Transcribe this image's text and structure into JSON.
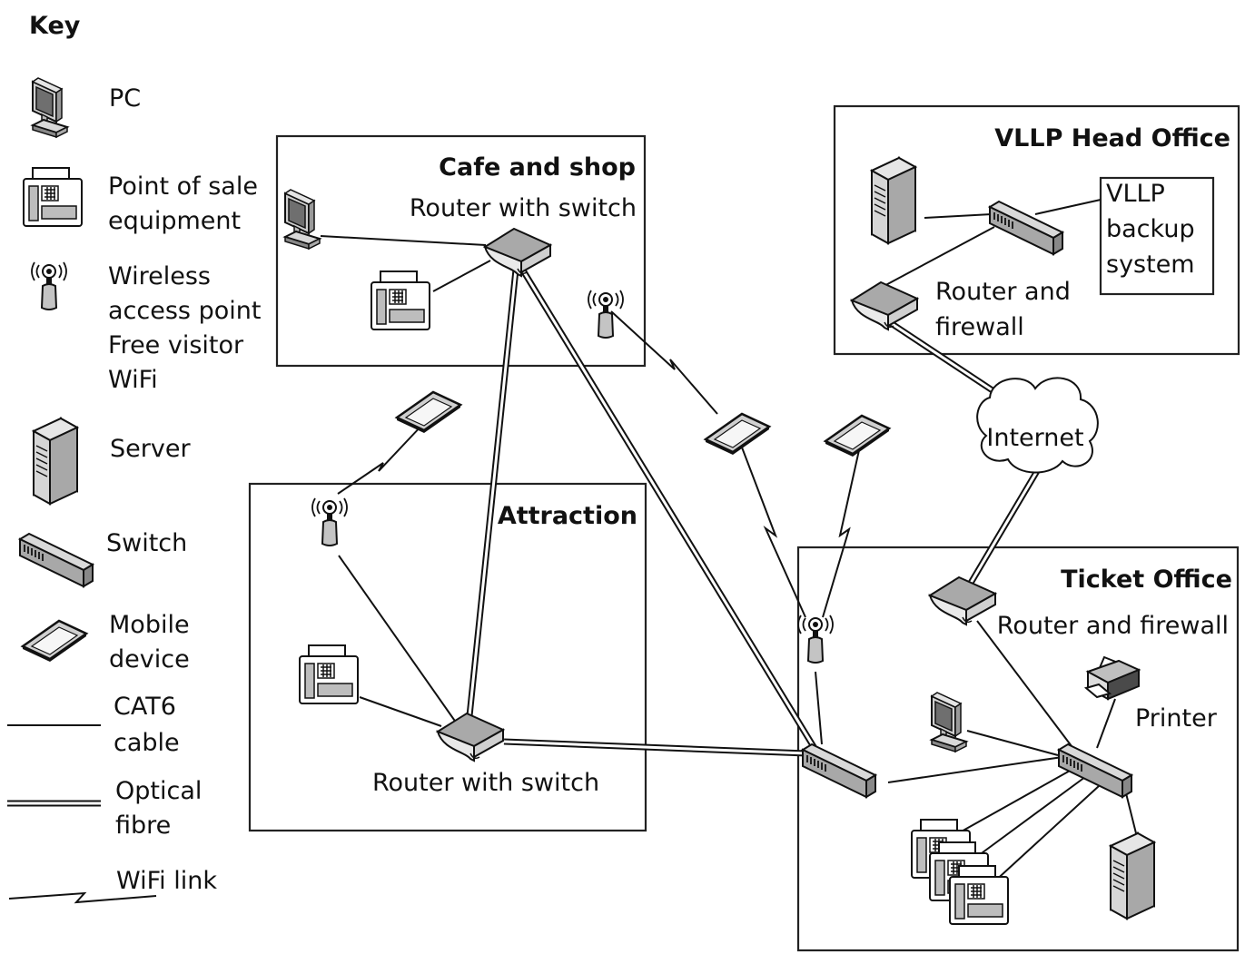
{
  "key": {
    "title": "Key",
    "pc": "PC",
    "pos_1": "Point of sale",
    "pos_2": "equipment",
    "wap_1": "Wireless",
    "wap_2": "access point",
    "wap_3": "Free visitor",
    "wap_4": "WiFi",
    "server": "Server",
    "switch": "Switch",
    "mobile_1": "Mobile",
    "mobile_2": "device",
    "cat6_1": "CAT6",
    "cat6_2": "cable",
    "optical_1": "Optical",
    "optical_2": "fibre",
    "wifi_link": "WiFi link"
  },
  "cafe": {
    "title": "Cafe and shop",
    "router": "Router with switch"
  },
  "attraction": {
    "title": "Attraction",
    "router": "Router with switch"
  },
  "head_office": {
    "title": "VLLP Head Office",
    "backup_1": "VLLP",
    "backup_2": "backup",
    "backup_3": "system",
    "router_1": "Router and",
    "router_2": "firewall"
  },
  "internet": "Internet",
  "ticket_office": {
    "title": "Ticket Office",
    "router": "Router and firewall",
    "printer": "Printer"
  }
}
